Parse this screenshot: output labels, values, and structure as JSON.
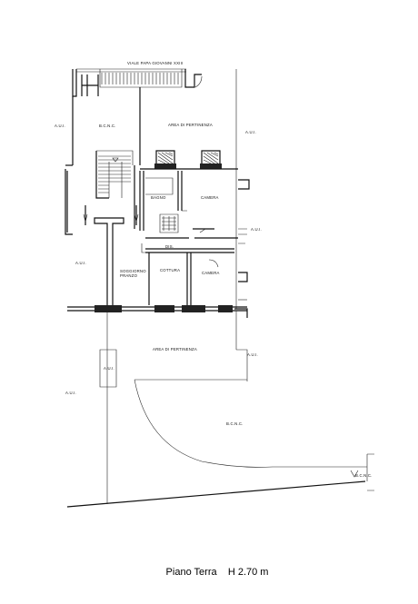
{
  "labels": {
    "street": "VIALE PAPA GIOVANNI XXIII",
    "bcnc_top": "B.C.N.C.",
    "area_pertinenza_top": "AREA DI PERTINENZA",
    "bagno": "BAGNO",
    "camera_top": "CAMERA",
    "dis": "DIS.",
    "soggiorno_line1": "SOGGIORNO",
    "soggiorno_line2": "PRANZO",
    "cottura": "COTTURA",
    "camera_bottom": "CAMERA",
    "aui_left_top": "A.U.I.",
    "aui_right_top": "A.U.I.",
    "aui_right_mid": "A.U.I.",
    "aui_left_mid": "A.U.I.",
    "aui_box": "A.U.I.",
    "area_pertinenza_bottom": "AREA DI PERTINENZA",
    "aui_right_bottom": "A.U.I.",
    "aui_left_bottom": "A.U.I.",
    "bcnc_bottom": "B.C.N.C.",
    "bcnc_right": "B.C.N.C."
  },
  "caption": "Piano Terra    H 2.70 m"
}
